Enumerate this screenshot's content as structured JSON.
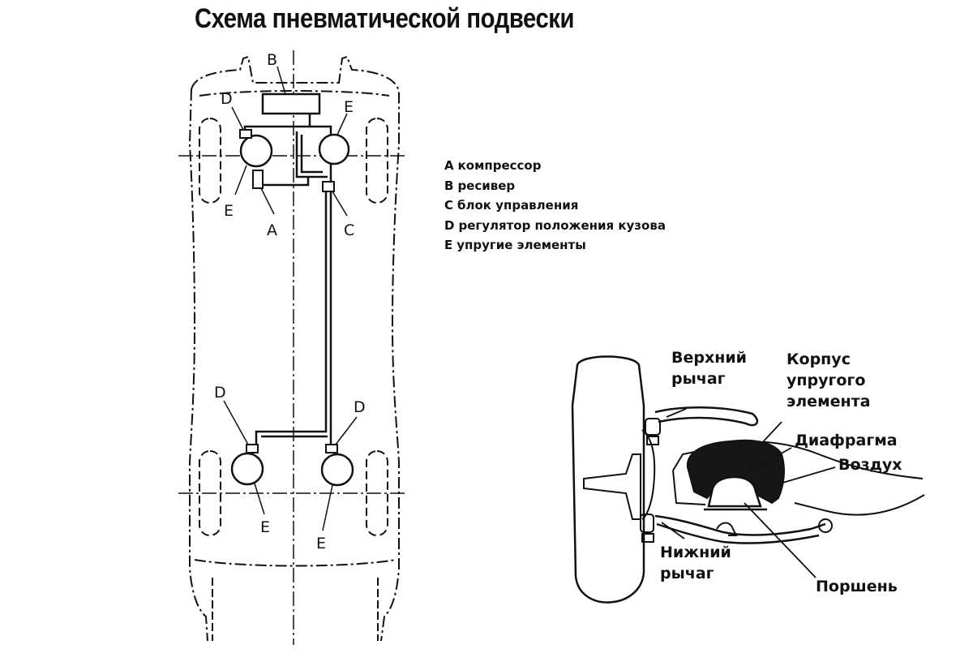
{
  "title": "Схема пневматической подвески",
  "legend": [
    {
      "key": "A",
      "text": "компрессор"
    },
    {
      "key": "B",
      "text": "ресивер"
    },
    {
      "key": "C",
      "text": "блок управления"
    },
    {
      "key": "D",
      "text": "регулятор положения кузова"
    },
    {
      "key": "E",
      "text": "упругие элементы"
    }
  ],
  "car_labels": {
    "a": "A",
    "b": "B",
    "c": "C",
    "d": "D",
    "e": "E"
  },
  "detail_labels": {
    "upper_arm": [
      "Верхний",
      "рычаг"
    ],
    "housing": [
      "Корпус",
      "упругого",
      "элемента"
    ],
    "diaphragm": "Диафрагма",
    "air": "Воздух",
    "lower_arm": [
      "Нижний",
      "рычаг"
    ],
    "piston": "Поршень"
  }
}
